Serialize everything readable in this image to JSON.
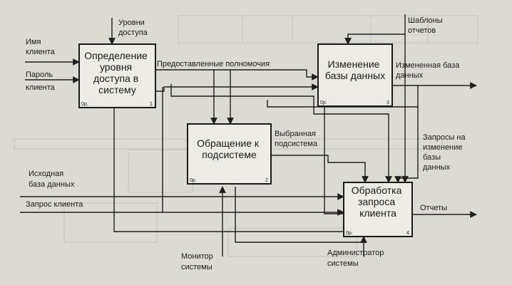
{
  "boxes": [
    {
      "id": "b1",
      "lines": [
        "Определение",
        "уровня",
        "доступа в",
        "систему"
      ],
      "num": "1",
      "node": "0р."
    },
    {
      "id": "b2",
      "lines": [
        "Обращение к",
        "подсистеме"
      ],
      "num": "2",
      "node": "0р."
    },
    {
      "id": "b3",
      "lines": [
        "Изменение",
        "базы данных"
      ],
      "num": "3",
      "node": "0р."
    },
    {
      "id": "b4",
      "lines": [
        "Обработка",
        "запроса",
        "клиента"
      ],
      "num": "4",
      "node": "0р."
    }
  ],
  "labels": {
    "client_name": [
      "Имя",
      "клиента"
    ],
    "client_password": [
      "Пароль",
      "клиента"
    ],
    "access_levels": [
      "Уровни",
      "доступа"
    ],
    "granted_permissions": [
      "Предоставленные полномочия"
    ],
    "report_templates": [
      "Шаблоны",
      "отчетов"
    ],
    "changed_db": [
      "Измененная база",
      "данных"
    ],
    "selected_subsystem": [
      "Выбранная",
      "подсистема"
    ],
    "db_change_requests": [
      "Запросы на",
      "изменение",
      "базы",
      "данных"
    ],
    "source_db": [
      "Исходная",
      "база данных"
    ],
    "client_request": [
      "Запрос клиента"
    ],
    "reports": [
      "Отчеты"
    ],
    "system_monitor": [
      "Монитор",
      "системы"
    ],
    "system_admin": [
      "Администратор",
      "системы"
    ]
  },
  "colors": {
    "background": "#dcdad3",
    "box_fill": "#ecebe6",
    "line": "#1e1e1e"
  }
}
